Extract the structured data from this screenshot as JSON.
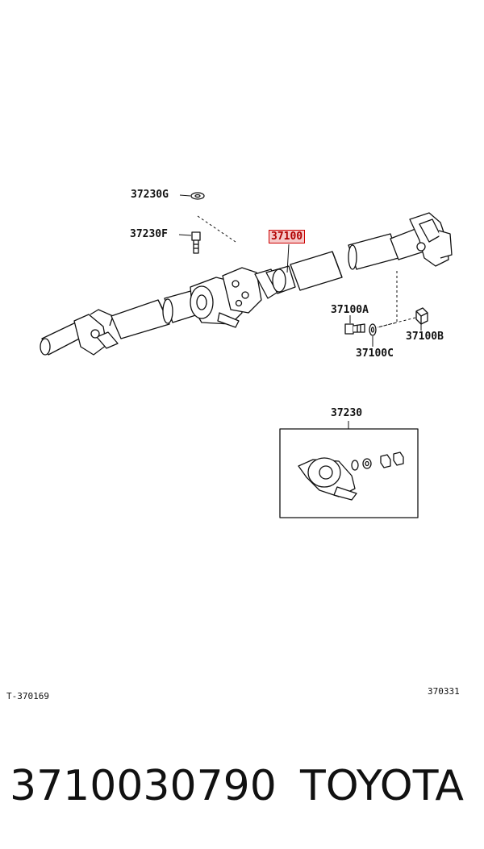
{
  "labels": {
    "p37230G": "37230G",
    "p37230F": "37230F",
    "p37100": "37100",
    "p37100A": "37100A",
    "p37100B": "37100B",
    "p37100C": "37100C",
    "p37230": "37230",
    "diagram_code_left": "T-370169",
    "diagram_code_right": "370331"
  },
  "highlight_color": "#cc0000",
  "part_number": "3710030790",
  "brand": "TOYOTA"
}
